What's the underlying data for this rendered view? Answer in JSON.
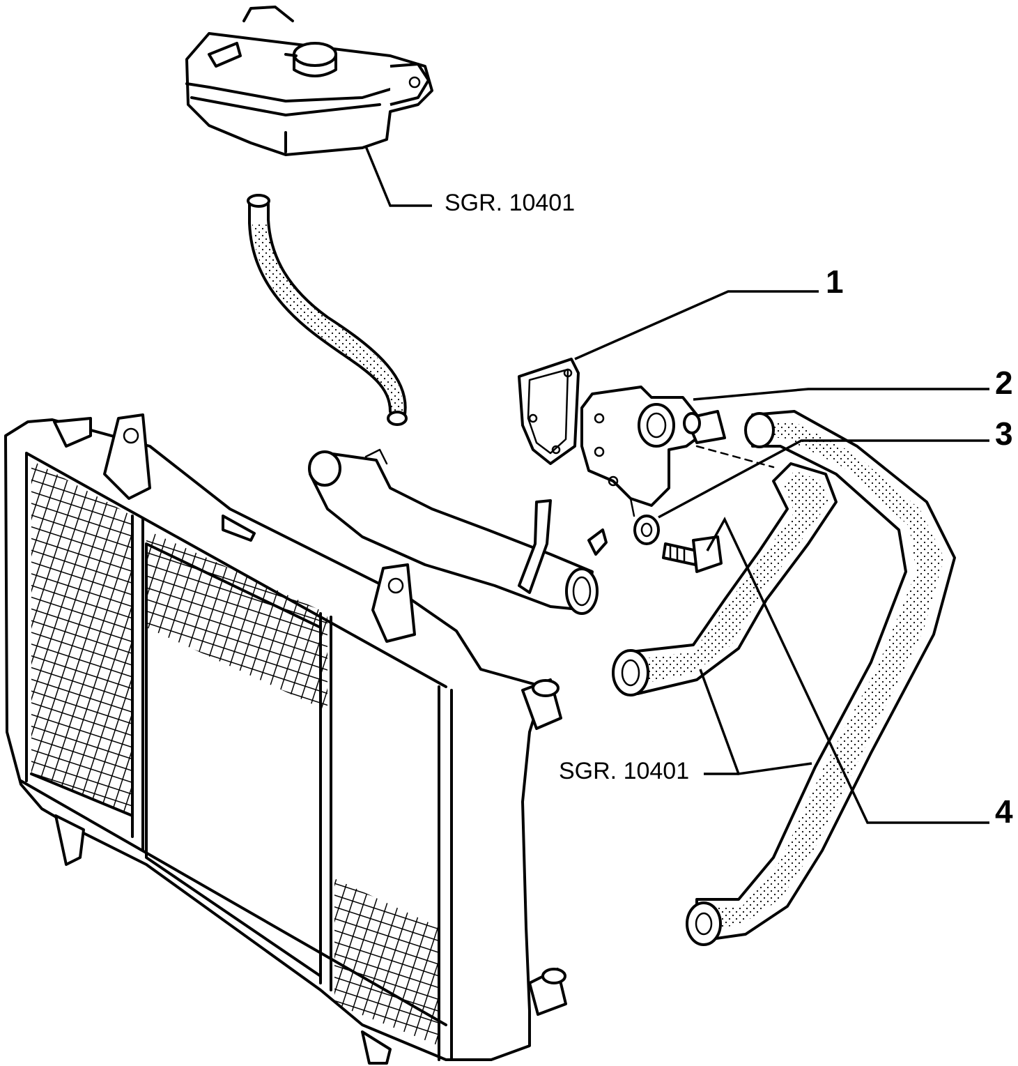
{
  "diagram": {
    "callouts": [
      {
        "id": "1",
        "label": "1"
      },
      {
        "id": "2",
        "label": "2"
      },
      {
        "id": "3",
        "label": "3"
      },
      {
        "id": "4",
        "label": "4"
      }
    ],
    "references": [
      {
        "id": "tank_ref",
        "label": "SGR. 10401"
      },
      {
        "id": "hose_ref",
        "label": "SGR. 10401"
      }
    ],
    "colors": {
      "ink": "#000000",
      "paper": "#ffffff"
    }
  }
}
